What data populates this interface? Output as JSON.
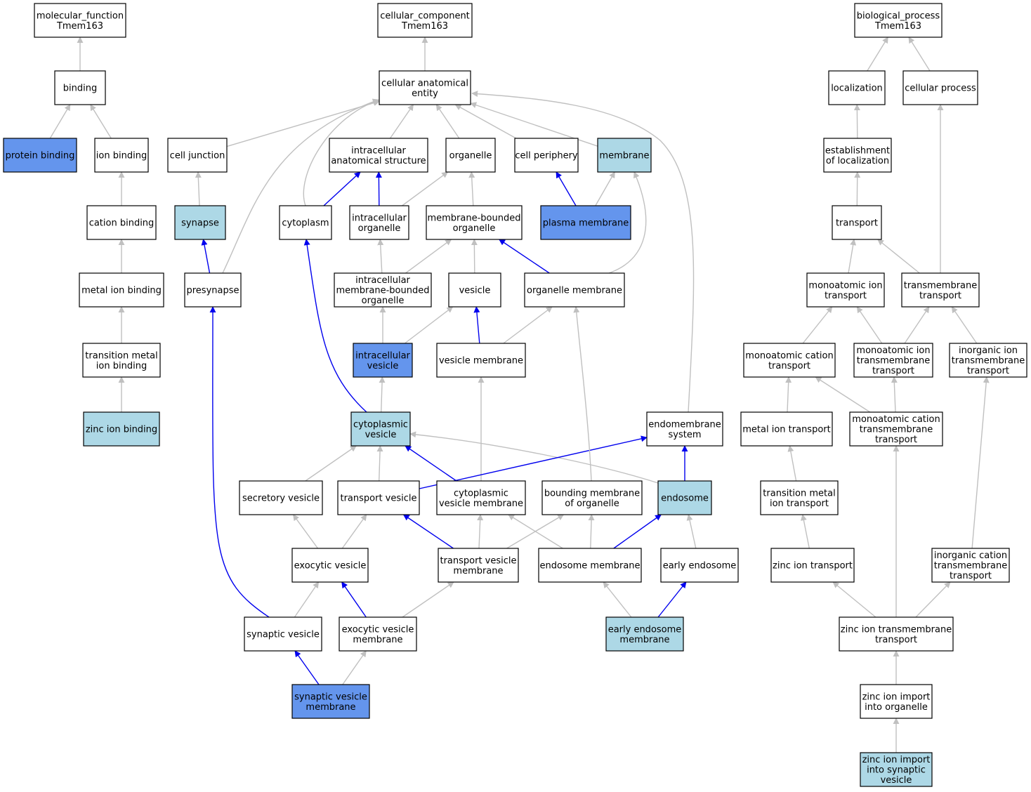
{
  "colors": {
    "plain": "#ffffff",
    "light": "#add8e6",
    "dark": "#6495ed",
    "gray_edge": "#c0c0c0",
    "blue_edge": "#0000ee"
  },
  "nodes": [
    {
      "id": "mf",
      "lines": [
        "molecular_function",
        "Tmem163"
      ],
      "fill": "plain"
    },
    {
      "id": "cc",
      "lines": [
        "cellular_component",
        "Tmem163"
      ],
      "fill": "plain"
    },
    {
      "id": "bp",
      "lines": [
        "biological_process",
        "Tmem163"
      ],
      "fill": "plain"
    },
    {
      "id": "binding",
      "lines": [
        "binding"
      ],
      "fill": "plain"
    },
    {
      "id": "cae",
      "lines": [
        "cellular anatomical",
        "entity"
      ],
      "fill": "plain"
    },
    {
      "id": "localization",
      "lines": [
        "localization"
      ],
      "fill": "plain"
    },
    {
      "id": "cellproc",
      "lines": [
        "cellular process"
      ],
      "fill": "plain"
    },
    {
      "id": "protbind",
      "lines": [
        "protein binding"
      ],
      "fill": "dark"
    },
    {
      "id": "ionbind",
      "lines": [
        "ion binding"
      ],
      "fill": "plain"
    },
    {
      "id": "celljunc",
      "lines": [
        "cell junction"
      ],
      "fill": "plain"
    },
    {
      "id": "ias",
      "lines": [
        "intracellular",
        "anatomical structure"
      ],
      "fill": "plain"
    },
    {
      "id": "organelle",
      "lines": [
        "organelle"
      ],
      "fill": "plain"
    },
    {
      "id": "cellper",
      "lines": [
        "cell periphery"
      ],
      "fill": "plain"
    },
    {
      "id": "membrane",
      "lines": [
        "membrane"
      ],
      "fill": "light"
    },
    {
      "id": "estloc",
      "lines": [
        "establishment",
        "of localization"
      ],
      "fill": "plain"
    },
    {
      "id": "catbind",
      "lines": [
        "cation binding"
      ],
      "fill": "plain"
    },
    {
      "id": "synapse",
      "lines": [
        "synapse"
      ],
      "fill": "light"
    },
    {
      "id": "cytoplasm",
      "lines": [
        "cytoplasm"
      ],
      "fill": "plain"
    },
    {
      "id": "intorg",
      "lines": [
        "intracellular",
        "organelle"
      ],
      "fill": "plain"
    },
    {
      "id": "mbo",
      "lines": [
        "membrane-bounded",
        "organelle"
      ],
      "fill": "plain"
    },
    {
      "id": "plasmamem",
      "lines": [
        "plasma membrane"
      ],
      "fill": "dark"
    },
    {
      "id": "transport",
      "lines": [
        "transport"
      ],
      "fill": "plain"
    },
    {
      "id": "metalbind",
      "lines": [
        "metal ion binding"
      ],
      "fill": "plain"
    },
    {
      "id": "presynapse",
      "lines": [
        "presynapse"
      ],
      "fill": "plain"
    },
    {
      "id": "imbo",
      "lines": [
        "intracellular",
        "membrane-bounded",
        "organelle"
      ],
      "fill": "plain"
    },
    {
      "id": "vesicle",
      "lines": [
        "vesicle"
      ],
      "fill": "plain"
    },
    {
      "id": "orgmem",
      "lines": [
        "organelle membrane"
      ],
      "fill": "plain"
    },
    {
      "id": "monoiontr",
      "lines": [
        "monoatomic ion",
        "transport"
      ],
      "fill": "plain"
    },
    {
      "id": "tmtr",
      "lines": [
        "transmembrane",
        "transport"
      ],
      "fill": "plain"
    },
    {
      "id": "transmetbind",
      "lines": [
        "transition metal",
        "ion binding"
      ],
      "fill": "plain"
    },
    {
      "id": "intves",
      "lines": [
        "intracellular",
        "vesicle"
      ],
      "fill": "dark"
    },
    {
      "id": "vesmem",
      "lines": [
        "vesicle membrane"
      ],
      "fill": "plain"
    },
    {
      "id": "monocattr",
      "lines": [
        "monoatomic cation",
        "transport"
      ],
      "fill": "plain"
    },
    {
      "id": "monoiontmtr",
      "lines": [
        "monoatomic ion",
        "transmembrane",
        "transport"
      ],
      "fill": "plain"
    },
    {
      "id": "inorgiontmtr",
      "lines": [
        "inorganic ion",
        "transmembrane",
        "transport"
      ],
      "fill": "plain"
    },
    {
      "id": "zincbind",
      "lines": [
        "zinc ion binding"
      ],
      "fill": "light"
    },
    {
      "id": "cytves",
      "lines": [
        "cytoplasmic",
        "vesicle"
      ],
      "fill": "light"
    },
    {
      "id": "endomem",
      "lines": [
        "endomembrane",
        "system"
      ],
      "fill": "plain"
    },
    {
      "id": "metaliontr",
      "lines": [
        "metal ion transport"
      ],
      "fill": "plain"
    },
    {
      "id": "monocattmtr",
      "lines": [
        "monoatomic cation",
        "transmembrane",
        "transport"
      ],
      "fill": "plain"
    },
    {
      "id": "secves",
      "lines": [
        "secretory vesicle"
      ],
      "fill": "plain"
    },
    {
      "id": "transves",
      "lines": [
        "transport vesicle"
      ],
      "fill": "plain"
    },
    {
      "id": "cytvesmem",
      "lines": [
        "cytoplasmic",
        "vesicle membrane"
      ],
      "fill": "plain"
    },
    {
      "id": "boundmem",
      "lines": [
        "bounding membrane",
        "of organelle"
      ],
      "fill": "plain"
    },
    {
      "id": "endosome",
      "lines": [
        "endosome"
      ],
      "fill": "light"
    },
    {
      "id": "transmettr",
      "lines": [
        "transition metal",
        "ion transport"
      ],
      "fill": "plain"
    },
    {
      "id": "exoves",
      "lines": [
        "exocytic vesicle"
      ],
      "fill": "plain"
    },
    {
      "id": "transvesmem",
      "lines": [
        "transport vesicle",
        "membrane"
      ],
      "fill": "plain"
    },
    {
      "id": "endosomemem",
      "lines": [
        "endosome membrane"
      ],
      "fill": "plain"
    },
    {
      "id": "earlyendo",
      "lines": [
        "early endosome"
      ],
      "fill": "plain"
    },
    {
      "id": "zinctr",
      "lines": [
        "zinc ion transport"
      ],
      "fill": "plain"
    },
    {
      "id": "inorgcattmtr",
      "lines": [
        "inorganic cation",
        "transmembrane",
        "transport"
      ],
      "fill": "plain"
    },
    {
      "id": "synves",
      "lines": [
        "synaptic vesicle"
      ],
      "fill": "plain"
    },
    {
      "id": "exovesmem",
      "lines": [
        "exocytic vesicle",
        "membrane"
      ],
      "fill": "plain"
    },
    {
      "id": "earlyendomem",
      "lines": [
        "early endosome",
        "membrane"
      ],
      "fill": "light"
    },
    {
      "id": "zinctmtr",
      "lines": [
        "zinc ion transmembrane",
        "transport"
      ],
      "fill": "plain"
    },
    {
      "id": "synvesmem",
      "lines": [
        "synaptic vesicle",
        "membrane"
      ],
      "fill": "dark"
    },
    {
      "id": "zincimportorg",
      "lines": [
        "zinc ion import",
        "into organelle"
      ],
      "fill": "plain"
    },
    {
      "id": "zincimportsyn",
      "lines": [
        "zinc ion import",
        "into synaptic",
        "vesicle"
      ],
      "fill": "light"
    }
  ],
  "edges": [
    {
      "from": "binding",
      "to": "mf",
      "color": "gray_edge"
    },
    {
      "from": "cae",
      "to": "cc",
      "color": "gray_edge"
    },
    {
      "from": "localization",
      "to": "bp",
      "color": "gray_edge"
    },
    {
      "from": "cellproc",
      "to": "bp",
      "color": "gray_edge"
    },
    {
      "from": "protbind",
      "to": "binding",
      "color": "gray_edge"
    },
    {
      "from": "ionbind",
      "to": "binding",
      "color": "gray_edge"
    },
    {
      "from": "celljunc",
      "to": "cae",
      "color": "gray_edge"
    },
    {
      "from": "ias",
      "to": "cae",
      "color": "gray_edge"
    },
    {
      "from": "organelle",
      "to": "cae",
      "color": "gray_edge"
    },
    {
      "from": "cellper",
      "to": "cae",
      "color": "gray_edge"
    },
    {
      "from": "membrane",
      "to": "cae",
      "color": "gray_edge"
    },
    {
      "from": "cytoplasm",
      "to": "cae",
      "color": "gray_edge"
    },
    {
      "from": "presynapse",
      "to": "cae",
      "color": "gray_edge"
    },
    {
      "from": "endomem",
      "to": "cae",
      "color": "gray_edge"
    },
    {
      "from": "estloc",
      "to": "localization",
      "color": "gray_edge"
    },
    {
      "from": "catbind",
      "to": "ionbind",
      "color": "gray_edge"
    },
    {
      "from": "synapse",
      "to": "celljunc",
      "color": "gray_edge"
    },
    {
      "from": "cytoplasm",
      "to": "ias",
      "color": "blue_edge"
    },
    {
      "from": "intorg",
      "to": "ias",
      "color": "blue_edge"
    },
    {
      "from": "intorg",
      "to": "organelle",
      "color": "gray_edge"
    },
    {
      "from": "mbo",
      "to": "organelle",
      "color": "gray_edge"
    },
    {
      "from": "plasmamem",
      "to": "cellper",
      "color": "blue_edge"
    },
    {
      "from": "plasmamem",
      "to": "membrane",
      "color": "gray_edge"
    },
    {
      "from": "orgmem",
      "to": "membrane",
      "color": "gray_edge"
    },
    {
      "from": "transport",
      "to": "estloc",
      "color": "gray_edge"
    },
    {
      "from": "metalbind",
      "to": "catbind",
      "color": "gray_edge"
    },
    {
      "from": "presynapse",
      "to": "synapse",
      "color": "blue_edge"
    },
    {
      "from": "imbo",
      "to": "intorg",
      "color": "gray_edge"
    },
    {
      "from": "imbo",
      "to": "mbo",
      "color": "gray_edge"
    },
    {
      "from": "vesicle",
      "to": "mbo",
      "color": "gray_edge"
    },
    {
      "from": "orgmem",
      "to": "mbo",
      "color": "blue_edge"
    },
    {
      "from": "monoiontr",
      "to": "transport",
      "color": "gray_edge"
    },
    {
      "from": "tmtr",
      "to": "transport",
      "color": "gray_edge"
    },
    {
      "from": "tmtr",
      "to": "cellproc",
      "color": "gray_edge"
    },
    {
      "from": "transmetbind",
      "to": "metalbind",
      "color": "gray_edge"
    },
    {
      "from": "synves",
      "to": "presynapse",
      "color": "blue_edge"
    },
    {
      "from": "intves",
      "to": "imbo",
      "color": "gray_edge"
    },
    {
      "from": "intves",
      "to": "vesicle",
      "color": "gray_edge"
    },
    {
      "from": "vesmem",
      "to": "vesicle",
      "color": "blue_edge"
    },
    {
      "from": "vesmem",
      "to": "orgmem",
      "color": "gray_edge"
    },
    {
      "from": "monocattr",
      "to": "monoiontr",
      "color": "gray_edge"
    },
    {
      "from": "monoiontmtr",
      "to": "monoiontr",
      "color": "gray_edge"
    },
    {
      "from": "monoiontmtr",
      "to": "tmtr",
      "color": "gray_edge"
    },
    {
      "from": "inorgiontmtr",
      "to": "tmtr",
      "color": "gray_edge"
    },
    {
      "from": "zincbind",
      "to": "transmetbind",
      "color": "gray_edge"
    },
    {
      "from": "cytves",
      "to": "cytoplasm",
      "color": "blue_edge"
    },
    {
      "from": "cytves",
      "to": "intves",
      "color": "gray_edge"
    },
    {
      "from": "cytvesmem",
      "to": "vesmem",
      "color": "gray_edge"
    },
    {
      "from": "metaliontr",
      "to": "monocattr",
      "color": "gray_edge"
    },
    {
      "from": "monocattmtr",
      "to": "monocattr",
      "color": "gray_edge"
    },
    {
      "from": "monocattmtr",
      "to": "monoiontmtr",
      "color": "gray_edge"
    },
    {
      "from": "inorgcattmtr",
      "to": "inorgiontmtr",
      "color": "gray_edge"
    },
    {
      "from": "secves",
      "to": "cytves",
      "color": "gray_edge"
    },
    {
      "from": "transves",
      "to": "cytves",
      "color": "gray_edge"
    },
    {
      "from": "cytvesmem",
      "to": "cytves",
      "color": "blue_edge"
    },
    {
      "from": "endosome",
      "to": "cytves",
      "color": "gray_edge"
    },
    {
      "from": "transves",
      "to": "endomem",
      "color": "blue_edge"
    },
    {
      "from": "endosome",
      "to": "endomem",
      "color": "blue_edge"
    },
    {
      "from": "boundmem",
      "to": "orgmem",
      "color": "gray_edge"
    },
    {
      "from": "transmettr",
      "to": "metaliontr",
      "color": "gray_edge"
    },
    {
      "from": "exoves",
      "to": "secves",
      "color": "gray_edge"
    },
    {
      "from": "exoves",
      "to": "transves",
      "color": "gray_edge"
    },
    {
      "from": "transvesmem",
      "to": "transves",
      "color": "blue_edge"
    },
    {
      "from": "transvesmem",
      "to": "cytvesmem",
      "color": "gray_edge"
    },
    {
      "from": "transvesmem",
      "to": "boundmem",
      "color": "gray_edge"
    },
    {
      "from": "endosomemem",
      "to": "cytvesmem",
      "color": "gray_edge"
    },
    {
      "from": "endosomemem",
      "to": "boundmem",
      "color": "gray_edge"
    },
    {
      "from": "endosomemem",
      "to": "endosome",
      "color": "blue_edge"
    },
    {
      "from": "earlyendo",
      "to": "endosome",
      "color": "gray_edge"
    },
    {
      "from": "zinctr",
      "to": "transmettr",
      "color": "gray_edge"
    },
    {
      "from": "synves",
      "to": "exoves",
      "color": "gray_edge"
    },
    {
      "from": "exovesmem",
      "to": "exoves",
      "color": "blue_edge"
    },
    {
      "from": "exovesmem",
      "to": "transvesmem",
      "color": "gray_edge"
    },
    {
      "from": "earlyendomem",
      "to": "endosomemem",
      "color": "gray_edge"
    },
    {
      "from": "earlyendomem",
      "to": "earlyendo",
      "color": "blue_edge"
    },
    {
      "from": "zinctmtr",
      "to": "zinctr",
      "color": "gray_edge"
    },
    {
      "from": "zinctmtr",
      "to": "monocattmtr",
      "color": "gray_edge"
    },
    {
      "from": "zinctmtr",
      "to": "inorgcattmtr",
      "color": "gray_edge"
    },
    {
      "from": "synvesmem",
      "to": "synves",
      "color": "blue_edge"
    },
    {
      "from": "synvesmem",
      "to": "exovesmem",
      "color": "gray_edge"
    },
    {
      "from": "zincimportorg",
      "to": "zinctmtr",
      "color": "gray_edge"
    },
    {
      "from": "zincimportsyn",
      "to": "zincimportorg",
      "color": "gray_edge"
    }
  ]
}
